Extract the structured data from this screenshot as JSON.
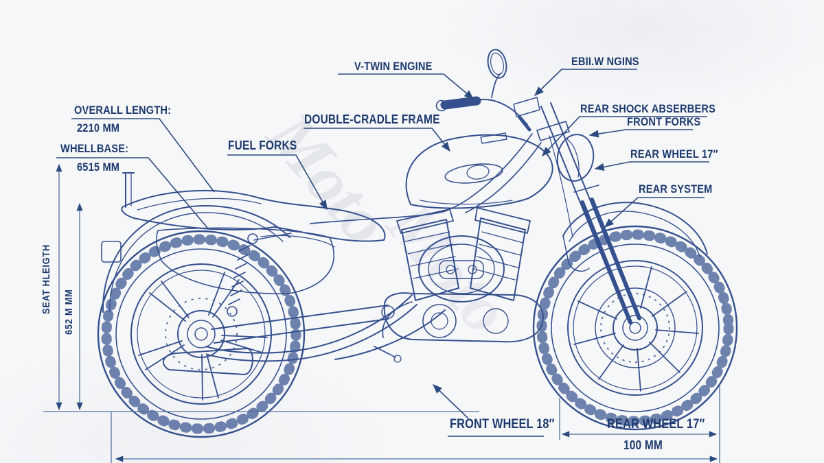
{
  "colors": {
    "background": "#f6f7f9",
    "drawing_line": "#35508e",
    "label_text": "#1d3a6e",
    "dimension_line": "#51709f",
    "watermark": "#aeb4c0"
  },
  "watermark": {
    "text": "Moto"
  },
  "callouts": {
    "v_twin_engine": "V-TWIN ENGINE",
    "engine_top_right": "EBII.W NGINS",
    "rear_shock_absorbers": "REAR SHOCK ABSERBERS",
    "front_forks": "FRONT FORKS",
    "rear_wheel_right": "REAR WHEEL 17″",
    "rear_system": "REAR SYSTEM",
    "double_cradle_frame": "DOUBLE-CRADLE FRAME",
    "fuel_forks": "FUEL FORKS"
  },
  "dimensions": {
    "overall_length_label": "OVERALL LENGTH:",
    "overall_length_value": "2210 MM",
    "wheelbase_label": "WHELLBASE:",
    "wheelbase_value": "6515 MM",
    "seat_height_label": "SEAT HLEIGTH",
    "seat_height_value": "652 M MM",
    "front_wheel_label": "FRONT WHEEL 18″",
    "rear_wheel_label": "REAR WHEEL 17″",
    "rear_wheel_width": "100 MM"
  }
}
